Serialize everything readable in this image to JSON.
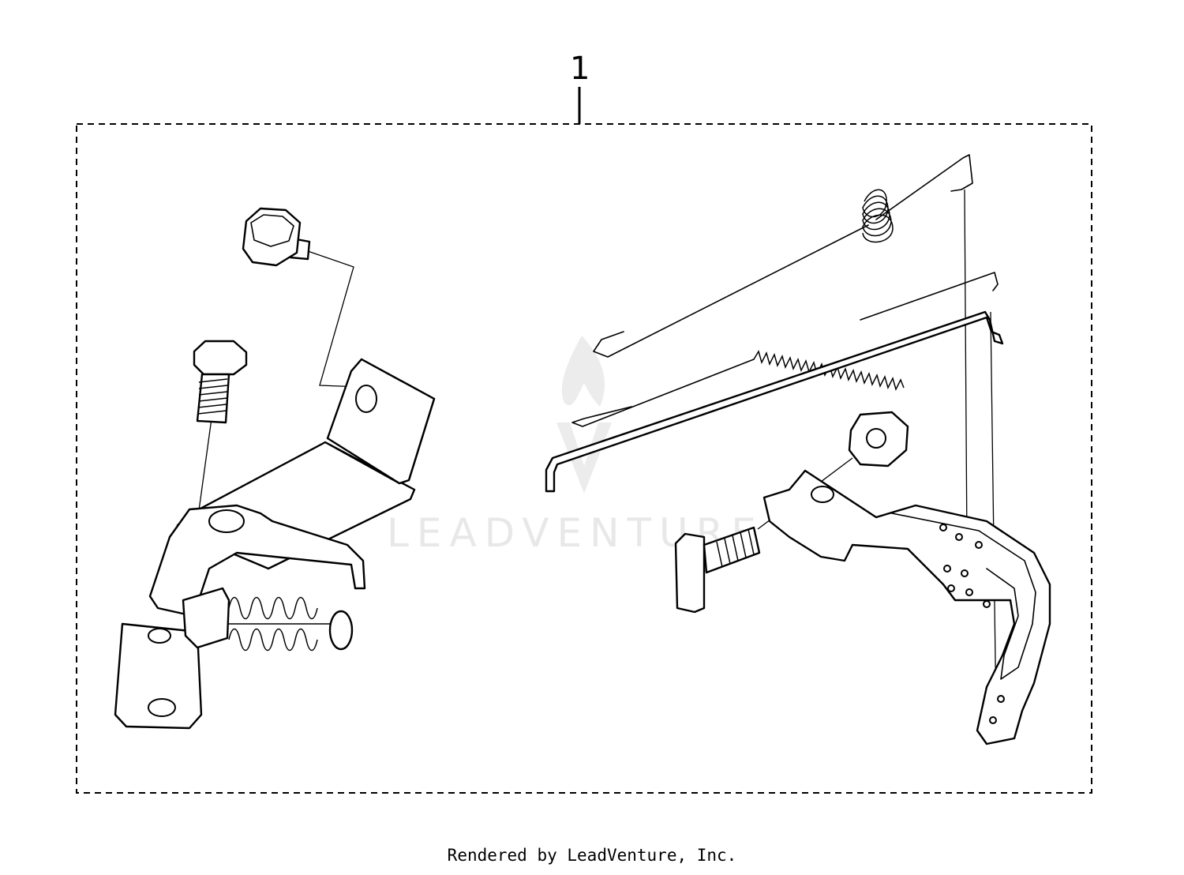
{
  "callout": {
    "number": "1"
  },
  "watermark": {
    "text": "LEADVENTURE"
  },
  "footer": {
    "text": "Rendered by LeadVenture, Inc."
  }
}
